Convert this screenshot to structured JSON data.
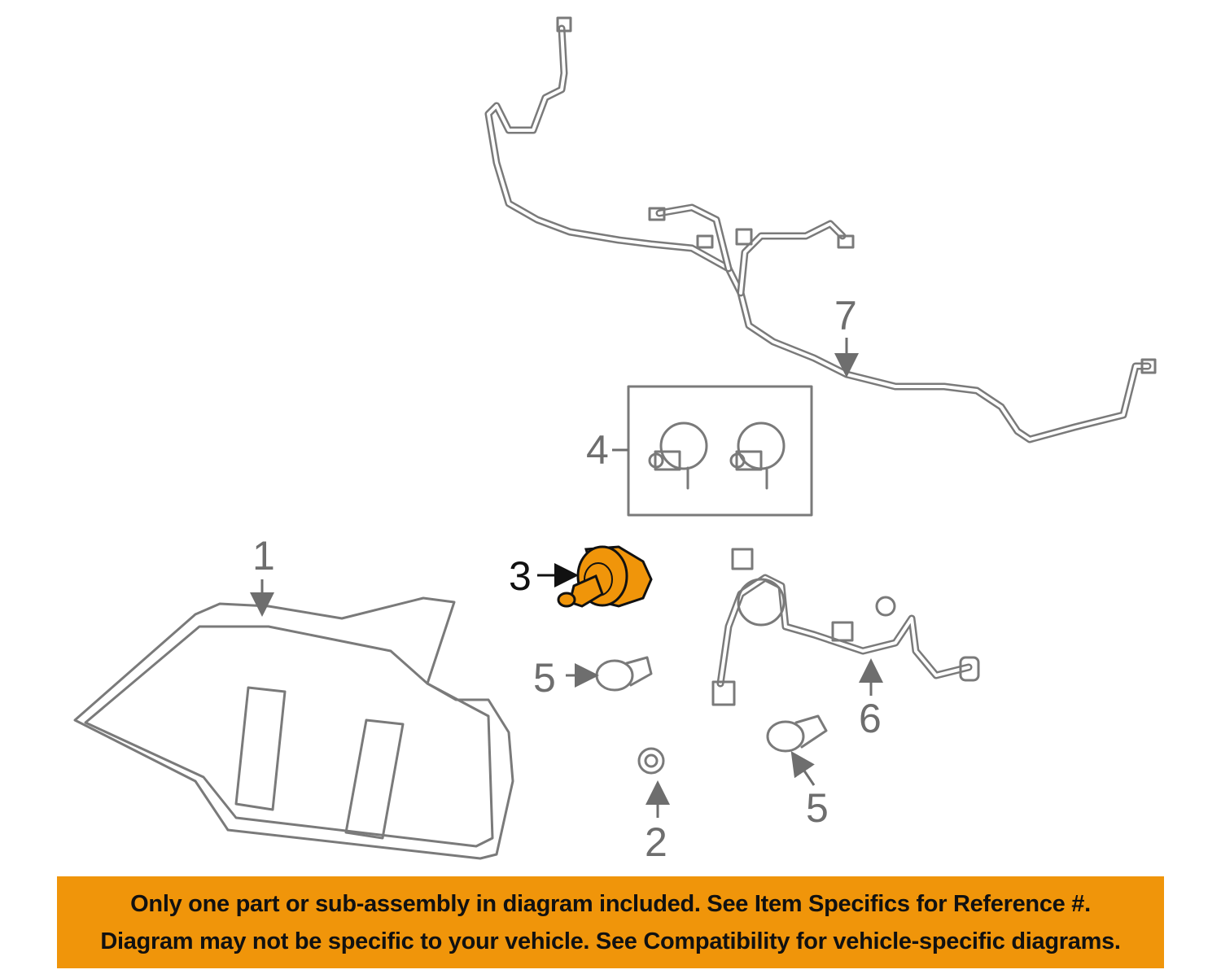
{
  "callouts": [
    {
      "number": "1",
      "part": "headlamp-assembly"
    },
    {
      "number": "2",
      "part": "nut"
    },
    {
      "number": "3",
      "part": "bulb-socket",
      "highlighted": true
    },
    {
      "number": "4",
      "part": "bulb-socket-kit"
    },
    {
      "number": "5",
      "part": "bulb"
    },
    {
      "number": "5",
      "part": "bulb"
    },
    {
      "number": "6",
      "part": "socket-harness"
    },
    {
      "number": "7",
      "part": "wiring-harness"
    }
  ],
  "highlight_color": "#f0950a",
  "banner": {
    "line1": "Only one part or sub-assembly in diagram included. See Item Specifics for Reference #.",
    "line2": "Diagram may not be specific to your vehicle. See Compatibility for vehicle-specific diagrams."
  }
}
